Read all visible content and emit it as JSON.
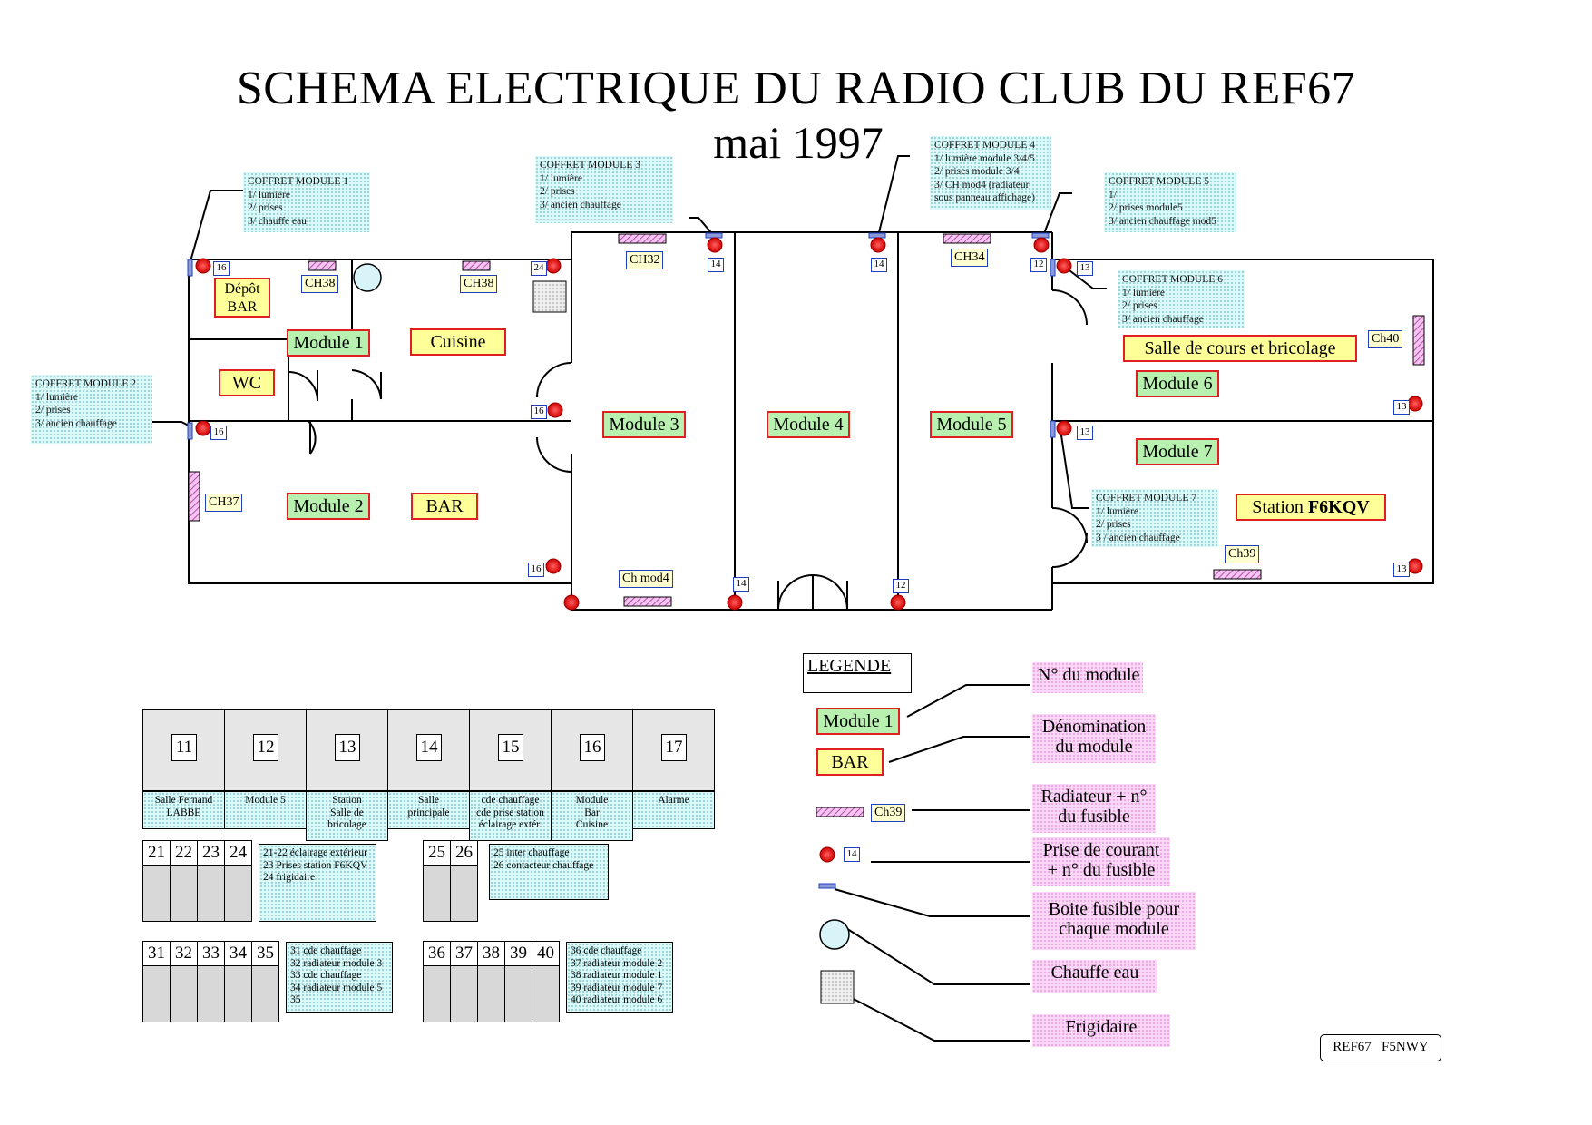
{
  "title": "SCHEMA ELECTRIQUE DU RADIO CLUB DU REF67",
  "subtitle": "mai 1997",
  "colors": {
    "module_fill": "#ffff99",
    "module_green": "#b8f0b0",
    "module_border": "#e02020",
    "fuse_border": "#1f3fc0",
    "socket": "#e01010",
    "note_fill": "#dafafa",
    "legend_fill": "#fbd6f6"
  },
  "coffrets": {
    "m1": {
      "title": "COFFRET MODULE 1",
      "body": "1/ lumière\n2/ prises\n3/ chauffe eau"
    },
    "m2": {
      "title": "COFFRET MODULE 2",
      "body": "1/ lumière\n2/ prises\n3/ ancien chauffage"
    },
    "m3": {
      "title": "COFFRET MODULE 3",
      "body": "1/ lumière\n2/ prises\n3/ ancien chauffage"
    },
    "m4": {
      "title": "COFFRET MODULE 4",
      "body": "1/ lumière module 3/4/5\n2/ prises module 3/4\n3/ CH mod4 (radiateur\nsous panneau affichage)"
    },
    "m5": {
      "title": "COFFRET MODULE 5",
      "body": "1/\n2/ prises module5\n3/ ancien chauffage mod5"
    },
    "m6": {
      "title": "COFFRET MODULE 6",
      "body": "1/ lumière\n2/ prises\n3/ ancien chauffage"
    },
    "m7": {
      "title": "COFFRET MODULE 7",
      "body": "1/ lumière\n2/ prises\n3 / ancien chauffage"
    }
  },
  "rooms": {
    "depot": "Dépôt\nBAR",
    "module1": "Module 1",
    "cuisine": "Cuisine",
    "wc": "WC",
    "module2": "Module 2",
    "bar": "BAR",
    "module3": "Module 3",
    "module4": "Module 4",
    "module5": "Module 5",
    "salle": "Salle de cours et bricolage",
    "module6": "Module 6",
    "module7": "Module 7",
    "station": "Station ",
    "station_call": "F6KQV"
  },
  "radiators": {
    "ch38a": "CH38",
    "ch38b": "CH38",
    "ch32": "CH32",
    "ch34": "CH34",
    "ch37": "CH37",
    "ch40": "Ch40",
    "chmod4": "Ch mod4",
    "ch39": "Ch39"
  },
  "fuses": {
    "f16a": "16",
    "f24": "24",
    "f16b": "16",
    "f16c": "16",
    "f16d": "16",
    "f14a": "14",
    "f14b": "14",
    "f14c": "14",
    "f12a": "12",
    "f12b": "12",
    "f13a": "13",
    "f13b": "13",
    "f13c": "13",
    "f13d": "13"
  },
  "fusebox_top": [
    {
      "num": "11",
      "label": "Salle Fernand\nLABBE"
    },
    {
      "num": "12",
      "label": "Module 5"
    },
    {
      "num": "13",
      "label": "Station\nSalle de\nbricolage"
    },
    {
      "num": "14",
      "label": "Salle\nprincipale"
    },
    {
      "num": "15",
      "label": "cde chauffage\ncde prise station\néclairage extér."
    },
    {
      "num": "16",
      "label": "Module\nBar\nCuisine"
    },
    {
      "num": "17",
      "label": "Alarme"
    }
  ],
  "fuse_groups": {
    "g1": [
      "21",
      "22",
      "23",
      "24"
    ],
    "g2": [
      "25",
      "26"
    ],
    "g3": [
      "31",
      "32",
      "33",
      "34",
      "35"
    ],
    "g4": [
      "36",
      "37",
      "38",
      "39",
      "40"
    ]
  },
  "fuse_desc": {
    "d1": "21-22 éclairage extérieur\n23 Prises station F6KQV\n24 frigidaire",
    "d2": "25 inter chauffage\n26 contacteur chauffage",
    "d3": "31 cde chauffage\n32 radiateur module 3\n33 cde chauffage\n34 radiateur module 5\n35",
    "d4": "36 cde chauffage\n37 radiateur module 2\n38 radiateur module 1\n39 radiateur module 7\n40 radiateur module 6"
  },
  "legend": {
    "title": "LEGENDE",
    "sample_module": "Module 1",
    "sample_name": "BAR",
    "sample_radiator": "Ch39",
    "sample_fuse": "14",
    "items": {
      "num_module": "N° du module",
      "denomination": "Dénomination\ndu module",
      "radiateur": "Radiateur + n°\ndu fusible",
      "prise": "Prise de courant\n+ n° du fusible",
      "boite": "Boite fusible pour\nchaque module",
      "chauffe": "Chauffe eau",
      "frigidaire": "Frigidaire"
    }
  },
  "signature": "REF67   F5NWY"
}
